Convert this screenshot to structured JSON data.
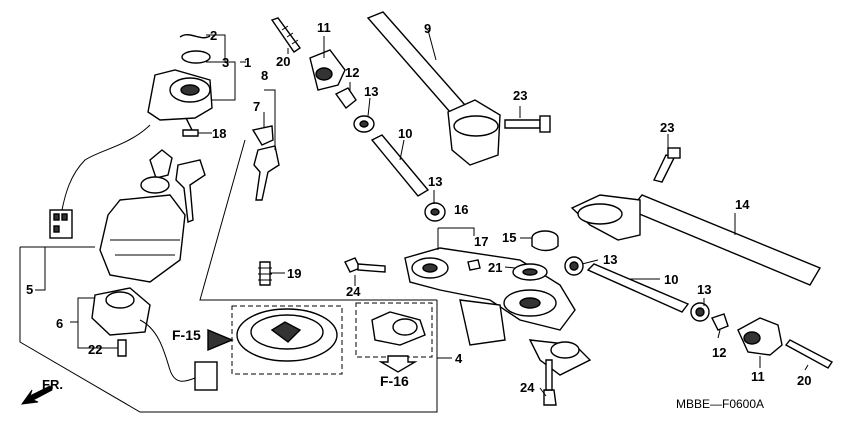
{
  "callouts": {
    "c1": "1",
    "c2": "2",
    "c3": "3",
    "c4": "4",
    "c5": "5",
    "c6": "6",
    "c7": "7",
    "c8": "8",
    "c9": "9",
    "c10a": "10",
    "c10b": "10",
    "c11a": "11",
    "c11b": "11",
    "c12a": "12",
    "c12b": "12",
    "c13a": "13",
    "c13b": "13",
    "c13c": "13",
    "c13d": "13",
    "c14": "14",
    "c15": "15",
    "c16": "16",
    "c17": "17",
    "c18": "18",
    "c19": "19",
    "c20a": "20",
    "c20b": "20",
    "c21": "21",
    "c22": "22",
    "c23a": "23",
    "c23b": "23",
    "c24a": "24",
    "c24b": "24"
  },
  "refs": {
    "f15": "F-15",
    "f16": "F-16"
  },
  "front": "FR.",
  "diagram_code": "MBBE—F0600A"
}
